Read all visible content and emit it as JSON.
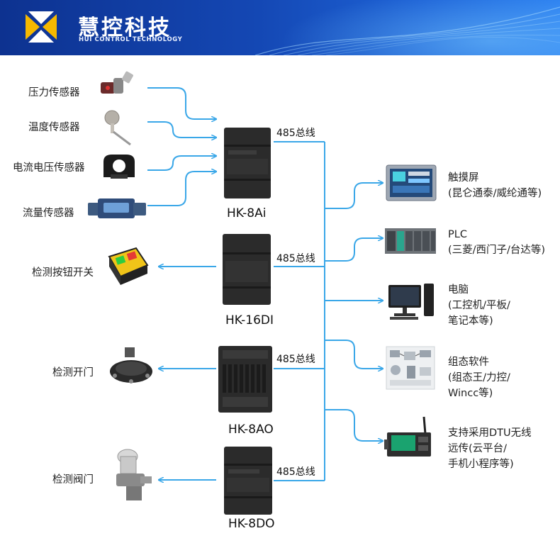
{
  "header": {
    "brand_cn": "慧控科技",
    "brand_en": "HUI CONTROL TECHNOLOGY"
  },
  "left_devices": {
    "pressure_sensor": "压力传感器",
    "temperature_sensor": "温度传感器",
    "current_voltage_sensor": "电流电压传感器",
    "flow_sensor": "流量传感器",
    "button_switch": "检测按钮开关",
    "door": "检测开门",
    "valve": "检测阀门"
  },
  "modules": [
    {
      "name": "HK-8Ai",
      "bus": "485总线"
    },
    {
      "name": "HK-16DI",
      "bus": "485总线"
    },
    {
      "name": "HK-8AO",
      "bus": "485总线"
    },
    {
      "name": "HK-8DO",
      "bus": "485总线"
    }
  ],
  "targets": [
    {
      "line1": "触摸屏",
      "line2": "(昆仑通泰/威纶通等)",
      "line3": ""
    },
    {
      "line1": "PLC",
      "line2": "(三菱/西门子/台达等)",
      "line3": ""
    },
    {
      "line1": "电脑",
      "line2": "(工控机/平板/",
      "line3": "笔记本等)"
    },
    {
      "line1": "组态软件",
      "line2": "(组态王/力控/",
      "line3": "Wincc等)"
    },
    {
      "line1": "支持采用DTU无线",
      "line2": "远传(云平台/",
      "line3": "手机小程序等)"
    }
  ],
  "colors": {
    "arrow": "#3aa7e8",
    "header_dark": "#0d3290",
    "header_light": "#2a7ff0",
    "module_body": "#2b2b2b"
  }
}
